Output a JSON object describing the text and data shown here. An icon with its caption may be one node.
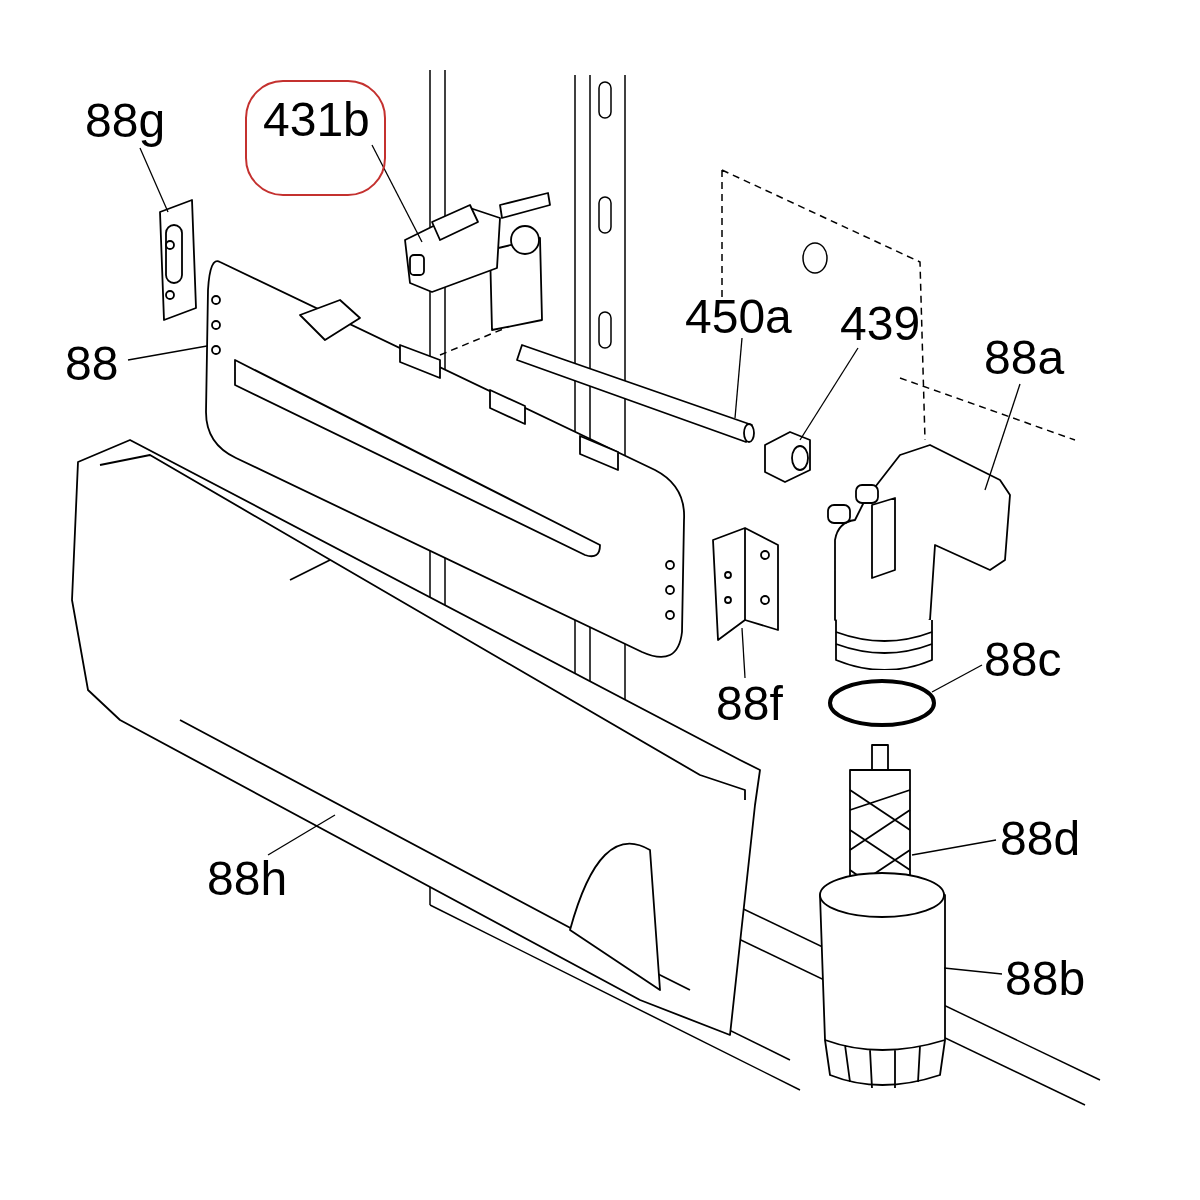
{
  "diagram": {
    "nodes": [
      {
        "text": [
          "88g"
        ]
      },
      {
        "text": [
          "431b"
        ]
      },
      {
        "text": [
          "88"
        ]
      },
      {
        "text": [
          "450a"
        ]
      },
      {
        "text": [
          "439"
        ]
      },
      {
        "text": [
          "88a"
        ]
      },
      {
        "text": [
          "88c"
        ]
      },
      {
        "text": [
          "88f"
        ]
      },
      {
        "text": [
          "88d"
        ]
      },
      {
        "text": [
          "88h"
        ]
      },
      {
        "text": [
          "88b"
        ]
      },
      {
        "text": [],
        "shape": "picture"
      },
      {
        "text": [],
        "shape": "picture"
      },
      {
        "text": [],
        "shape": "picture"
      },
      {
        "text": [],
        "shape": "picture"
      },
      {
        "text": [],
        "shape": "picture"
      },
      {
        "text": [],
        "shape": "picture"
      },
      {
        "text": [],
        "shape": "circle"
      },
      {
        "text": [],
        "shape": "picture"
      },
      {
        "text": [],
        "shape": "picture"
      },
      {
        "text": [],
        "shape": "picture"
      },
      {
        "text": [],
        "shape": "picture"
      }
    ],
    "edges": [
      {
        "from": 0,
        "to": 11,
        "arrow": "none"
      },
      {
        "from": 1,
        "to": 12,
        "arrow": "none"
      },
      {
        "from": 2,
        "to": 13,
        "arrow": "none"
      },
      {
        "from": 3,
        "to": 14,
        "arrow": "none"
      },
      {
        "from": 4,
        "to": 15,
        "arrow": "none"
      },
      {
        "from": 5,
        "to": 16,
        "arrow": "none"
      },
      {
        "from": 6,
        "to": 17,
        "arrow": "none"
      },
      {
        "from": 7,
        "to": 18,
        "arrow": "none"
      },
      {
        "from": 8,
        "to": 19,
        "arrow": "none"
      },
      {
        "from": 9,
        "to": 20,
        "arrow": "none"
      },
      {
        "from": 10,
        "to": 21,
        "arrow": "none"
      }
    ]
  }
}
